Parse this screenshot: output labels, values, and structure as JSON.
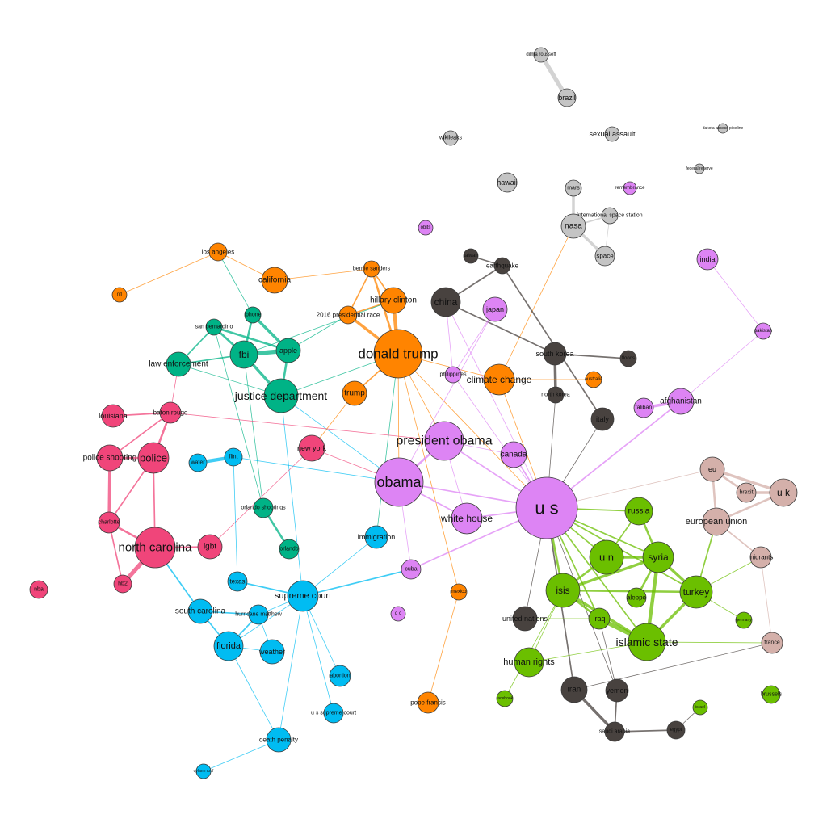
{
  "colors": {
    "orange": "#ff8400",
    "green_teal": "#00b386",
    "pink": "#f0457a",
    "cyan": "#00bcf2",
    "purple": "#dd84f4",
    "dark": "#48423f",
    "lime": "#6bbf00",
    "tan": "#d4b0aa",
    "gray": "#c4c4c4"
  },
  "nodes": [
    {
      "id": "dilma",
      "label": "dilma rousseff",
      "group": "gray"
    },
    {
      "id": "brazil",
      "label": "brazil",
      "group": "gray"
    },
    {
      "id": "wikileaks",
      "label": "wikileaks",
      "group": "gray"
    },
    {
      "id": "sexual_assault",
      "label": "sexual assault",
      "group": "gray"
    },
    {
      "id": "dakota",
      "label": "dakota access pipeline",
      "group": "gray"
    },
    {
      "id": "federal_reserve",
      "label": "federal reserve",
      "group": "gray"
    },
    {
      "id": "hawaii",
      "label": "hawaii",
      "group": "gray"
    },
    {
      "id": "mars",
      "label": "mars",
      "group": "gray"
    },
    {
      "id": "remembrance",
      "label": "remembrance",
      "group": "purple"
    },
    {
      "id": "iss",
      "label": "international space station",
      "group": "gray"
    },
    {
      "id": "nasa",
      "label": "nasa",
      "group": "gray"
    },
    {
      "id": "space",
      "label": "space",
      "group": "gray"
    },
    {
      "id": "obits",
      "label": "obits",
      "group": "purple"
    },
    {
      "id": "india",
      "label": "india",
      "group": "purple"
    },
    {
      "id": "los_angeles",
      "label": "los angeles",
      "group": "orange"
    },
    {
      "id": "california",
      "label": "california",
      "group": "orange"
    },
    {
      "id": "nfl",
      "label": "nfl",
      "group": "orange"
    },
    {
      "id": "bernie",
      "label": "bernie sanders",
      "group": "orange"
    },
    {
      "id": "race2016",
      "label": "2016 presidential race",
      "group": "orange"
    },
    {
      "id": "hillary",
      "label": "hillary clinton",
      "group": "orange"
    },
    {
      "id": "taiwan",
      "label": "taiwan",
      "group": "dark"
    },
    {
      "id": "earthquake",
      "label": "earthquake",
      "group": "dark"
    },
    {
      "id": "china",
      "label": "china",
      "group": "dark"
    },
    {
      "id": "japan",
      "label": "japan",
      "group": "purple"
    },
    {
      "id": "iphone",
      "label": "iphone",
      "group": "green_teal"
    },
    {
      "id": "san_bernardino",
      "label": "san bernardino",
      "group": "green_teal"
    },
    {
      "id": "apple",
      "label": "apple",
      "group": "green_teal"
    },
    {
      "id": "fbi",
      "label": "fbi",
      "group": "green_teal"
    },
    {
      "id": "law_enforcement",
      "label": "law enforcement",
      "group": "green_teal"
    },
    {
      "id": "justice_dept",
      "label": "justice department",
      "group": "green_teal"
    },
    {
      "id": "donald_trump",
      "label": "donald trump",
      "group": "orange"
    },
    {
      "id": "trump",
      "label": "trump",
      "group": "orange"
    },
    {
      "id": "pakistan",
      "label": "pakistan",
      "group": "purple"
    },
    {
      "id": "south_korea",
      "label": "south korea",
      "group": "dark"
    },
    {
      "id": "floods",
      "label": "floods",
      "group": "dark"
    },
    {
      "id": "philippines",
      "label": "philippines",
      "group": "purple"
    },
    {
      "id": "climate_change",
      "label": "climate change",
      "group": "orange"
    },
    {
      "id": "australia",
      "label": "australia",
      "group": "orange"
    },
    {
      "id": "north_korea",
      "label": "north korea",
      "group": "dark"
    },
    {
      "id": "taliban",
      "label": "taliban",
      "group": "purple"
    },
    {
      "id": "afghanistan",
      "label": "afghanistan",
      "group": "purple"
    },
    {
      "id": "italy",
      "label": "italy",
      "group": "dark"
    },
    {
      "id": "louisiana",
      "label": "louisiana",
      "group": "pink"
    },
    {
      "id": "baton_rouge",
      "label": "baton rouge",
      "group": "pink"
    },
    {
      "id": "president_obama",
      "label": "president obama",
      "group": "purple"
    },
    {
      "id": "new_york",
      "label": "new york",
      "group": "pink"
    },
    {
      "id": "canada",
      "label": "canada",
      "group": "purple"
    },
    {
      "id": "police_shooting",
      "label": "police shooting",
      "group": "pink"
    },
    {
      "id": "police",
      "label": "police",
      "group": "pink"
    },
    {
      "id": "water",
      "label": "water",
      "group": "cyan"
    },
    {
      "id": "flint",
      "label": "flint",
      "group": "cyan"
    },
    {
      "id": "eu",
      "label": "eu",
      "group": "tan"
    },
    {
      "id": "brexit",
      "label": "brexit",
      "group": "tan"
    },
    {
      "id": "uk",
      "label": "u k",
      "group": "tan"
    },
    {
      "id": "obama",
      "label": "obama",
      "group": "purple"
    },
    {
      "id": "us",
      "label": "u s",
      "group": "purple"
    },
    {
      "id": "russia",
      "label": "russia",
      "group": "lime"
    },
    {
      "id": "european_union",
      "label": "european union",
      "group": "tan"
    },
    {
      "id": "orlando_shootings",
      "label": "orlando shootings",
      "group": "green_teal"
    },
    {
      "id": "charlotte",
      "label": "charlotte",
      "group": "pink"
    },
    {
      "id": "white_house",
      "label": "white house",
      "group": "purple"
    },
    {
      "id": "orlando",
      "label": "orlando",
      "group": "green_teal"
    },
    {
      "id": "immigration",
      "label": "immigration",
      "group": "cyan"
    },
    {
      "id": "north_carolina",
      "label": "north carolina",
      "group": "pink"
    },
    {
      "id": "lgbt",
      "label": "lgbt",
      "group": "pink"
    },
    {
      "id": "un",
      "label": "u n",
      "group": "lime"
    },
    {
      "id": "syria",
      "label": "syria",
      "group": "lime"
    },
    {
      "id": "migrants",
      "label": "migrants",
      "group": "tan"
    },
    {
      "id": "nba",
      "label": "nba",
      "group": "pink"
    },
    {
      "id": "cuba",
      "label": "cuba",
      "group": "purple"
    },
    {
      "id": "hb2",
      "label": "hb2",
      "group": "pink"
    },
    {
      "id": "texas",
      "label": "texas",
      "group": "cyan"
    },
    {
      "id": "isis",
      "label": "isis",
      "group": "lime"
    },
    {
      "id": "aleppo",
      "label": "aleppo",
      "group": "lime"
    },
    {
      "id": "turkey",
      "label": "turkey",
      "group": "lime"
    },
    {
      "id": "supreme_court",
      "label": "supreme court",
      "group": "cyan"
    },
    {
      "id": "mexico",
      "label": "mexico",
      "group": "orange"
    },
    {
      "id": "south_carolina",
      "label": "south carolina",
      "group": "cyan"
    },
    {
      "id": "hurricane_matthew",
      "label": "hurricane matthew",
      "group": "cyan"
    },
    {
      "id": "dc",
      "label": "d c",
      "group": "purple"
    },
    {
      "id": "united_nations",
      "label": "united nations",
      "group": "dark"
    },
    {
      "id": "iraq",
      "label": "iraq",
      "group": "lime"
    },
    {
      "id": "germany",
      "label": "germany",
      "group": "lime"
    },
    {
      "id": "islamic_state",
      "label": "islamic state",
      "group": "lime"
    },
    {
      "id": "france",
      "label": "france",
      "group": "tan"
    },
    {
      "id": "florida",
      "label": "florida",
      "group": "cyan"
    },
    {
      "id": "weather",
      "label": "weather",
      "group": "cyan"
    },
    {
      "id": "human_rights",
      "label": "human rights",
      "group": "lime"
    },
    {
      "id": "abortion",
      "label": "abortion",
      "group": "cyan"
    },
    {
      "id": "iran",
      "label": "iran",
      "group": "dark"
    },
    {
      "id": "yemen",
      "label": "yemen",
      "group": "dark"
    },
    {
      "id": "facebook",
      "label": "facebook",
      "group": "lime"
    },
    {
      "id": "brussels",
      "label": "brussels",
      "group": "lime"
    },
    {
      "id": "pope_francis",
      "label": "pope francis",
      "group": "orange"
    },
    {
      "id": "us_supreme_court",
      "label": "u s supreme court",
      "group": "cyan"
    },
    {
      "id": "israel",
      "label": "israel",
      "group": "lime"
    },
    {
      "id": "saudi_arabia",
      "label": "saudi arabia",
      "group": "dark"
    },
    {
      "id": "egypt",
      "label": "egypt",
      "group": "dark"
    },
    {
      "id": "death_penalty",
      "label": "death penalty",
      "group": "cyan"
    },
    {
      "id": "dylann_roof",
      "label": "dylann roof",
      "group": "cyan"
    }
  ],
  "edges": [
    [
      "dilma",
      "brazil",
      6,
      "gray"
    ],
    [
      "mars",
      "nasa",
      4,
      "gray"
    ],
    [
      "iss",
      "nasa",
      2,
      "gray"
    ],
    [
      "nasa",
      "space",
      4,
      "gray"
    ],
    [
      "iss",
      "space",
      1,
      "gray"
    ],
    [
      "nasa",
      "climate_change",
      1,
      "orange"
    ],
    [
      "los_angeles",
      "nfl",
      1,
      "orange"
    ],
    [
      "los_angeles",
      "california",
      1,
      "orange"
    ],
    [
      "los_angeles",
      "iphone",
      1,
      "green_teal"
    ],
    [
      "california",
      "bernie",
      1,
      "orange"
    ],
    [
      "bernie",
      "race2016",
      2,
      "orange"
    ],
    [
      "bernie",
      "hillary",
      2,
      "orange"
    ],
    [
      "bernie",
      "donald_trump",
      3,
      "orange"
    ],
    [
      "race2016",
      "donald_trump",
      4,
      "orange"
    ],
    [
      "race2016",
      "hillary",
      2,
      "orange"
    ],
    [
      "hillary",
      "donald_trump",
      5,
      "orange"
    ],
    [
      "donald_trump",
      "trump",
      2,
      "orange"
    ],
    [
      "donald_trump",
      "obama",
      1,
      "orange"
    ],
    [
      "donald_trump",
      "president_obama",
      1,
      "orange"
    ],
    [
      "donald_trump",
      "mexico",
      1,
      "orange"
    ],
    [
      "donald_trump",
      "climate_change",
      1,
      "orange"
    ],
    [
      "donald_trump",
      "us",
      1,
      "orange"
    ],
    [
      "donald_trump",
      "justice_dept",
      1,
      "green_teal"
    ],
    [
      "donald_trump",
      "immigration",
      1,
      "green_teal"
    ],
    [
      "race2016",
      "apple",
      1,
      "green_teal"
    ],
    [
      "hillary",
      "fbi",
      1,
      "green_teal"
    ],
    [
      "taiwan",
      "earthquake",
      2,
      "dark"
    ],
    [
      "earthquake",
      "china",
      2,
      "dark"
    ],
    [
      "earthquake",
      "italy",
      2,
      "dark"
    ],
    [
      "china",
      "south_korea",
      2,
      "dark"
    ],
    [
      "china",
      "philippines",
      1,
      "purple"
    ],
    [
      "china",
      "us",
      1,
      "purple"
    ],
    [
      "south_korea",
      "floods",
      2,
      "dark"
    ],
    [
      "south_korea",
      "north_korea",
      4,
      "dark"
    ],
    [
      "north_korea",
      "us",
      1,
      "dark"
    ],
    [
      "japan",
      "philippines",
      1,
      "purple"
    ],
    [
      "japan",
      "obama",
      1,
      "purple"
    ],
    [
      "philippines",
      "us",
      1,
      "purple"
    ],
    [
      "climate_change",
      "australia",
      1,
      "orange"
    ],
    [
      "climate_change",
      "us",
      1,
      "orange"
    ],
    [
      "iphone",
      "apple",
      4,
      "green_teal"
    ],
    [
      "iphone",
      "fbi",
      3,
      "green_teal"
    ],
    [
      "san_bernardino",
      "apple",
      3,
      "green_teal"
    ],
    [
      "san_bernardino",
      "fbi",
      3,
      "green_teal"
    ],
    [
      "apple",
      "fbi",
      6,
      "green_teal"
    ],
    [
      "apple",
      "justice_dept",
      3,
      "green_teal"
    ],
    [
      "fbi",
      "justice_dept",
      4,
      "green_teal"
    ],
    [
      "fbi",
      "law_enforcement",
      2,
      "green_teal"
    ],
    [
      "fbi",
      "orlando_shootings",
      1,
      "green_teal"
    ],
    [
      "law_enforcement",
      "san_bernardino",
      2,
      "green_teal"
    ],
    [
      "law_enforcement",
      "justice_dept",
      1,
      "green_teal"
    ],
    [
      "law_enforcement",
      "baton_rouge",
      1,
      "pink"
    ],
    [
      "justice_dept",
      "supreme_court",
      1,
      "cyan"
    ],
    [
      "justice_dept",
      "obama",
      1,
      "cyan"
    ],
    [
      "orlando_shootings",
      "orlando",
      3,
      "green_teal"
    ],
    [
      "orlando_shootings",
      "san_bernardino",
      1,
      "green_teal"
    ],
    [
      "louisiana",
      "baton_rouge",
      2,
      "pink"
    ],
    [
      "baton_rouge",
      "police",
      3,
      "pink"
    ],
    [
      "baton_rouge",
      "police_shooting",
      2,
      "pink"
    ],
    [
      "baton_rouge",
      "president_obama",
      1,
      "pink"
    ],
    [
      "police_shooting",
      "police",
      3,
      "pink"
    ],
    [
      "police_shooting",
      "charlotte",
      4,
      "pink"
    ],
    [
      "police",
      "charlotte",
      2,
      "pink"
    ],
    [
      "police",
      "north_carolina",
      2,
      "pink"
    ],
    [
      "charlotte",
      "north_carolina",
      3,
      "pink"
    ],
    [
      "charlotte",
      "hb2",
      2,
      "pink"
    ],
    [
      "north_carolina",
      "hb2",
      6,
      "pink"
    ],
    [
      "north_carolina",
      "lgbt",
      2,
      "pink"
    ],
    [
      "north_carolina",
      "south_carolina",
      2,
      "cyan"
    ],
    [
      "lgbt",
      "new_york",
      1,
      "pink"
    ],
    [
      "new_york",
      "obama",
      1,
      "pink"
    ],
    [
      "trump",
      "new_york",
      1,
      "orange"
    ],
    [
      "water",
      "flint",
      5,
      "cyan"
    ],
    [
      "flint",
      "obama",
      1,
      "cyan"
    ],
    [
      "flint",
      "texas",
      1,
      "cyan"
    ],
    [
      "texas",
      "supreme_court",
      2,
      "cyan"
    ],
    [
      "supreme_court",
      "immigration",
      1,
      "cyan"
    ],
    [
      "supreme_court",
      "cuba",
      2,
      "cyan"
    ],
    [
      "supreme_court",
      "abortion",
      1,
      "cyan"
    ],
    [
      "supreme_court",
      "us_supreme_court",
      1,
      "cyan"
    ],
    [
      "supreme_court",
      "death_penalty",
      1,
      "cyan"
    ],
    [
      "supreme_court",
      "hurricane_matthew",
      1,
      "cyan"
    ],
    [
      "supreme_court",
      "florida",
      1,
      "cyan"
    ],
    [
      "south_carolina",
      "hurricane_matthew",
      2,
      "cyan"
    ],
    [
      "south_carolina",
      "florida",
      2,
      "cyan"
    ],
    [
      "hurricane_matthew",
      "florida",
      2,
      "cyan"
    ],
    [
      "hurricane_matthew",
      "weather",
      1,
      "cyan"
    ],
    [
      "florida",
      "weather",
      1,
      "cyan"
    ],
    [
      "florida",
      "death_penalty",
      1,
      "cyan"
    ],
    [
      "death_penalty",
      "dylann_roof",
      1,
      "cyan"
    ],
    [
      "obama",
      "president_obama",
      3,
      "purple"
    ],
    [
      "obama",
      "us",
      2,
      "purple"
    ],
    [
      "obama",
      "white_house",
      2,
      "purple"
    ],
    [
      "obama",
      "cuba",
      1,
      "purple"
    ],
    [
      "president_obama",
      "us",
      2,
      "purple"
    ],
    [
      "president_obama",
      "white_house",
      1,
      "purple"
    ],
    [
      "president_obama",
      "canada",
      1,
      "purple"
    ],
    [
      "canada",
      "us",
      2,
      "purple"
    ],
    [
      "white_house",
      "us",
      2,
      "purple"
    ],
    [
      "cuba",
      "us",
      2,
      "purple"
    ],
    [
      "pakistan",
      "india",
      1,
      "purple"
    ],
    [
      "pakistan",
      "afghanistan",
      1,
      "purple"
    ],
    [
      "taliban",
      "afghanistan",
      4,
      "purple"
    ],
    [
      "afghanistan",
      "us",
      2,
      "purple"
    ],
    [
      "us",
      "russia",
      2,
      "lime"
    ],
    [
      "us",
      "un",
      2,
      "lime"
    ],
    [
      "us",
      "syria",
      2,
      "lime"
    ],
    [
      "us",
      "isis",
      3,
      "lime"
    ],
    [
      "us",
      "islamic_state",
      2,
      "lime"
    ],
    [
      "us",
      "iraq",
      2,
      "lime"
    ],
    [
      "us",
      "turkey",
      2,
      "lime"
    ],
    [
      "us",
      "eu",
      1,
      "tan"
    ],
    [
      "us",
      "iran",
      2,
      "dark"
    ],
    [
      "us",
      "yemen",
      1,
      "dark"
    ],
    [
      "us",
      "united_nations",
      1,
      "dark"
    ],
    [
      "us",
      "italy",
      1,
      "dark"
    ],
    [
      "russia",
      "syria",
      3,
      "lime"
    ],
    [
      "russia",
      "un",
      2,
      "lime"
    ],
    [
      "un",
      "syria",
      4,
      "lime"
    ],
    [
      "un",
      "isis",
      3,
      "lime"
    ],
    [
      "syria",
      "isis",
      4,
      "lime"
    ],
    [
      "syria",
      "turkey",
      4,
      "lime"
    ],
    [
      "syria",
      "islamic_state",
      5,
      "lime"
    ],
    [
      "syria",
      "aleppo",
      3,
      "lime"
    ],
    [
      "isis",
      "iraq",
      3,
      "lime"
    ],
    [
      "isis",
      "islamic_state",
      4,
      "lime"
    ],
    [
      "isis",
      "turkey",
      3,
      "lime"
    ],
    [
      "iraq",
      "islamic_state",
      6,
      "lime"
    ],
    [
      "turkey",
      "islamic_state",
      4,
      "lime"
    ],
    [
      "turkey",
      "germany",
      1,
      "lime"
    ],
    [
      "turkey",
      "european_union",
      2,
      "lime"
    ],
    [
      "turkey",
      "migrants",
      1,
      "lime"
    ],
    [
      "islamic_state",
      "france",
      1,
      "lime"
    ],
    [
      "islamic_state",
      "human_rights",
      1,
      "lime"
    ],
    [
      "human_rights",
      "isis",
      1,
      "lime"
    ],
    [
      "facebook",
      "isis",
      1,
      "lime"
    ],
    [
      "united_nations",
      "iraq",
      1,
      "lime"
    ],
    [
      "iran",
      "saudi_arabia",
      4,
      "dark"
    ],
    [
      "yemen",
      "saudi_arabia",
      2,
      "dark"
    ],
    [
      "saudi_arabia",
      "egypt",
      2,
      "dark"
    ],
    [
      "egypt",
      "israel",
      1,
      "dark"
    ],
    [
      "yemen",
      "iraq",
      1,
      "dark"
    ],
    [
      "eu",
      "brexit",
      3,
      "tan"
    ],
    [
      "eu",
      "uk",
      4,
      "tan"
    ],
    [
      "eu",
      "european_union",
      3,
      "tan"
    ],
    [
      "brexit",
      "uk",
      4,
      "tan"
    ],
    [
      "uk",
      "european_union",
      3,
      "tan"
    ],
    [
      "european_union",
      "migrants",
      2,
      "tan"
    ],
    [
      "migrants",
      "france",
      1,
      "tan"
    ],
    [
      "france",
      "iran",
      1,
      "dark"
    ],
    [
      "mexico",
      "pope_francis",
      1,
      "orange"
    ]
  ]
}
